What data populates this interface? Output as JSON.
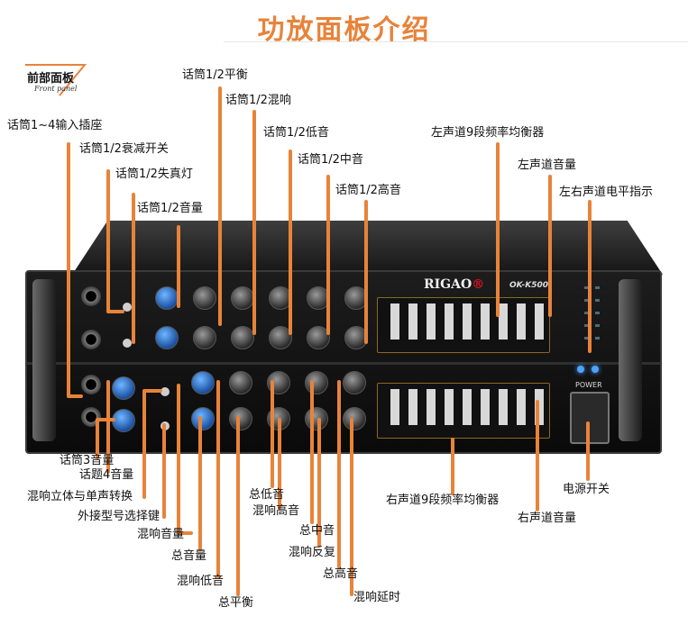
{
  "title": "功放面板介绍",
  "front_panel": {
    "label_cn": "前部面板",
    "label_en": "Front panel"
  },
  "device": {
    "brand": "RIGAO",
    "brand_mark": "®",
    "model": "OK-K500",
    "power_text": "POWER"
  },
  "labels": {
    "mic_input": "话筒1~4输入插座",
    "mic_attenuation": "话筒1/2衰减开关",
    "mic_distortion_light": "话筒1/2失真灯",
    "mic_volume": "话筒1/2音量",
    "mic_balance": "话筒1/2平衡",
    "mic_echo_mix": "话筒1/2混响",
    "mic_bass": "话筒1/2低音",
    "mic_mid": "话筒1/2中音",
    "mic_treble": "话筒1/2高音",
    "left_eq": "左声道9段频率均衡器",
    "left_volume": "左声道音量",
    "level_indicator": "左右声道电平指示",
    "mic3_volume": "话筒3音量",
    "mic4_volume": "话题4音量",
    "echo_stereo_mono": "混响立体与单声转换",
    "external_model_select": "外接型号选择键",
    "echo_volume": "混响音量",
    "master_volume": "总音量",
    "echo_bass": "混响低音",
    "master_balance": "总平衡",
    "master_bass": "总低音",
    "echo_treble": "混响高音",
    "master_mid": "总中音",
    "echo_repeat": "混响反复",
    "master_treble": "总高音",
    "echo_delay": "混响延时",
    "right_eq": "右声道9段频率均衡器",
    "right_volume": "右声道音量",
    "power_switch": "电源开关"
  },
  "colors": {
    "title": "#e8833a",
    "leader": "#e8833a",
    "text": "#111111",
    "panel": "#111111",
    "knob_accent": "#1a6fd6"
  }
}
